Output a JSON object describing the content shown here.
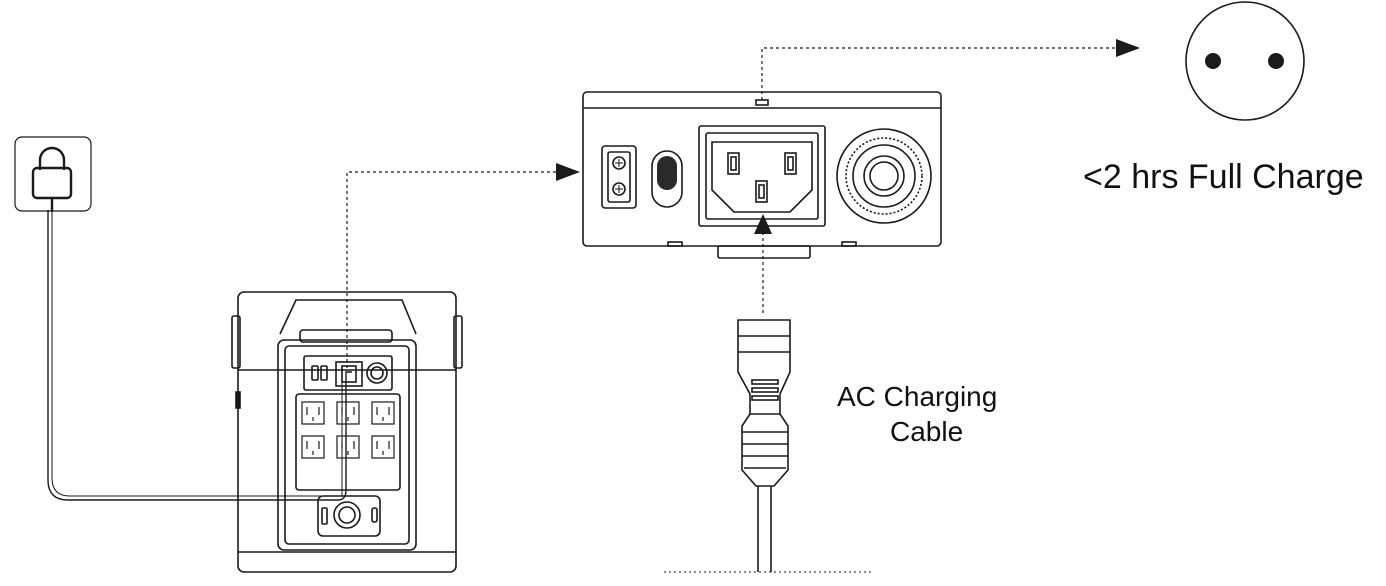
{
  "diagram": {
    "charge_time_text": "<2 hrs Full Charge",
    "cable_label_line1": "AC Charging",
    "cable_label_line2": "Cable",
    "icons": [
      "wall-outlet-icon",
      "power-station-icon",
      "ac-input-panel-icon",
      "ac-charging-cable-icon",
      "round-socket-icon"
    ],
    "colors": {
      "line": "#1a1a1a",
      "background": "#ffffff",
      "fill_dark": "#2a2a2a",
      "panel_fill": "#ffffff"
    }
  }
}
